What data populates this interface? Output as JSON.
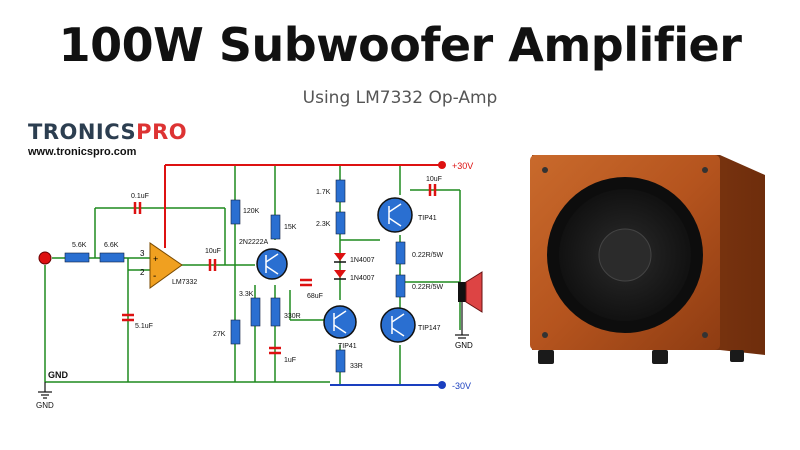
{
  "header": {
    "title": "100W Subwoofer Amplifier",
    "subtitle": "Using LM7332 Op-Amp"
  },
  "logo": {
    "brand_part1": "TRONICS",
    "brand_part2": "PRO",
    "website": "www.tronicspro.com"
  },
  "schematic": {
    "rail_positive": "+30V",
    "rail_negative": "-30V",
    "gnd_label": "GND",
    "ground_symbol_left": "GND",
    "ground_symbol_speaker": "GND",
    "components": {
      "r_input1": "5.6K",
      "r_input2": "6.6K",
      "c_feedback": "0.1uF",
      "opamp": "LM7332",
      "pin_plus": "+",
      "pin_minus": "-",
      "pin3": "3",
      "pin2": "2",
      "c_input_bias": "5.1uF",
      "c_coupling": "10uF",
      "r_120k": "120K",
      "r_27k": "27K",
      "r_15k": "15K",
      "r_3_3k": "3.3K",
      "r_330r": "330R",
      "q_driver": "2N2222A",
      "c_1uf": "1uF",
      "c_68uf": "68uF",
      "r_1_7k": "1.7K",
      "r_2_3k": "2.3K",
      "d1": "1N4007",
      "d2": "1N4007",
      "q_tip41_top": "TIP41",
      "q_tip41_bottom": "TIP41",
      "q_tip147": "TIP147",
      "r_33r": "33R",
      "r_emitter1": "0.22R/5W",
      "r_emitter2": "0.22R/5W",
      "c_10uf_out": "10uF"
    }
  },
  "colors": {
    "wire": "#1f8a1f",
    "positive_rail": "#d11",
    "negative_rail": "#1a3fbf",
    "component": "#2a6fd1",
    "opamp_fill": "#f0a020",
    "cabinet": "#b5541e",
    "speaker": "#1b1b1b"
  }
}
